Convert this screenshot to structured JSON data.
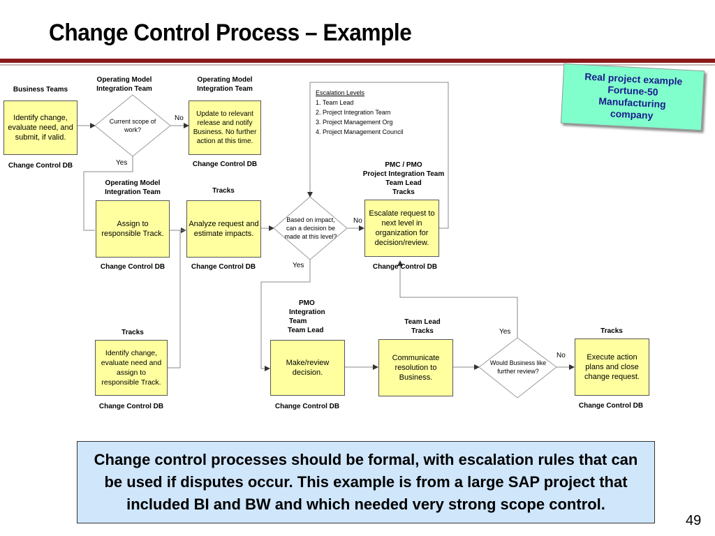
{
  "title": "Change Control Process – Example",
  "callout": {
    "line1": "Real project example",
    "line2": "Fortune-50",
    "line3": "Manufacturing",
    "line4": "company"
  },
  "roles": {
    "business_teams": "Business Teams",
    "omit_1a": "Operating Model",
    "omit_1b": "Integration Team",
    "omit_2a": "Operating Model",
    "omit_2b": "Integration Team",
    "omit_3a": "Operating Model",
    "omit_3b": "Integration Team",
    "tracks_analyze": "Tracks",
    "pmc_a": "PMC / PMO",
    "pmc_b": "Project Integration Team",
    "pmc_c": "Team Lead",
    "pmc_d": "Tracks",
    "tracks_identify": "Tracks",
    "pmo_a": "PMO",
    "pmo_b": "Integration Team",
    "pmo_c": "Team Lead",
    "tl_a": "Team Lead",
    "tl_b": "Tracks",
    "tracks_execute": "Tracks"
  },
  "boxes": {
    "identify_change": "Identify change, evaluate need, and submit, if valid.",
    "update_release": "Update to relevant release and notify Business. No further action at this time.",
    "assign_track": "Assign to responsible Track.",
    "analyze_request": "Analyze request and estimate impacts.",
    "escalate_request": "Escalate request to next level in organization for decision/review.",
    "identify_assign": "Identify change, evaluate need and assign to responsible Track.",
    "make_review": "Make/review decision.",
    "communicate": "Communicate resolution to Business.",
    "execute": "Execute action plans and close change request."
  },
  "decisions": {
    "scope": "Current scope of work?",
    "level": "Based on impact, can a decision be made at this level?",
    "business": "Would Business like further review?"
  },
  "labels": {
    "no1": "No",
    "yes1": "Yes",
    "no2": "No",
    "yes2": "Yes",
    "yes3": "Yes",
    "no3": "No"
  },
  "db_label": "Change Control DB",
  "escalation": {
    "heading": "Escalation Levels",
    "items": [
      "1. Team Lead",
      "2. Project Integration Team",
      "3. Project Management Org",
      "4. Project Management Council"
    ]
  },
  "summary": "Change control processes should be formal, with escalation rules that can be used if disputes occur. This example is from a large SAP project that included BI and BW and which needed very strong scope control.",
  "page_number": "49"
}
